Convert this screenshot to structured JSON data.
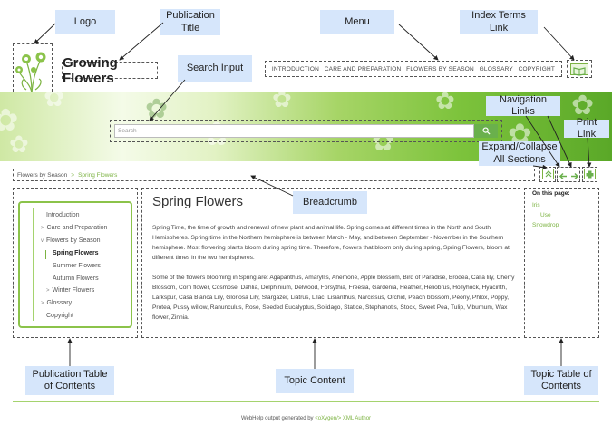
{
  "publication_title": "Growing Flowers",
  "menu": [
    "INTRODUCTION",
    "CARE AND PREPARATION",
    "FLOWERS BY SEASON",
    "GLOSSARY",
    "COPYRIGHT"
  ],
  "search": {
    "placeholder": "Search"
  },
  "breadcrumb": {
    "parent": "Flowers by Season",
    "separator": ">",
    "current": "Spring Flowers"
  },
  "toc": [
    {
      "label": "Introduction",
      "arrow": ""
    },
    {
      "label": "Care and Preparation",
      "arrow": ">"
    },
    {
      "label": "Flowers by Season",
      "arrow": "v"
    },
    {
      "label": "Spring Flowers",
      "arrow": ""
    },
    {
      "label": "Summer Flowers",
      "arrow": ""
    },
    {
      "label": "Autumn Flowers",
      "arrow": ""
    },
    {
      "label": "Winter Flowers",
      "arrow": ">"
    },
    {
      "label": "Glossary",
      "arrow": ">"
    },
    {
      "label": "Copyright",
      "arrow": ""
    }
  ],
  "topic": {
    "title": "Spring Flowers",
    "p1": "Spring Time, the time of growth and renewal of new plant and animal life. Spring comes at different times in the North and South Hemispheres. Spring time in the Northern hemisphere is between March - May, and between September - November in the Southern hemisphere. Most flowering plants bloom during spring time. Therefore, flowers that bloom only during spring, Spring Flowers, bloom at different times in the two hemispheres.",
    "p2": "Some of the flowers blooming in Spring are: Agapanthus, Amaryllis, Anemone, Apple blossom, Bird of Paradise, Brodea, Calla lily, Cherry Blossom, Corn flower, Cosmose, Dahlia, Delphinium, Delwood, Forsythia, Freesia, Gardenia, Heather, Heliobrus, Hollyhock, Hyacinth, Larkspur, Casa Blanca Lily, Gloriosa Lily, Stargazer, Liatrus, Lilac, Lisianthus, Narcissus, Orchid, Peach blossom, Peony, Phlox, Poppy, Protea, Pussy willow, Ranunculus, Rose, Seeded Eucalyptus, Solidago, Statice, Stephanotis, Stock, Sweet Pea, Tulip, Viburnum, Wax flower, Zinnia."
  },
  "on_this_page": {
    "title": "On this page:",
    "links": [
      "Iris",
      "Use",
      "Snowdrop"
    ]
  },
  "footer": {
    "prefix": "WebHelp output generated by",
    "link": "<oXygen/> XML Author"
  },
  "callouts": {
    "logo": "Logo",
    "publication_title": "Publication Title",
    "menu": "Menu",
    "index_terms": "Index Terms Link",
    "search_input": "Search Input",
    "navigation_links": "Navigation Links",
    "print_link": "Print Link",
    "expand_collapse": "Expand/Collapse All Sections",
    "breadcrumb": "Breadcrumb",
    "pub_toc": "Publication Table of Contents",
    "topic_content": "Topic Content",
    "topic_toc": "Topic Table of Contents"
  },
  "colors": {
    "accent": "#7cb342",
    "callout_bg": "#d6e6fb",
    "dashed_border": "#555555"
  },
  "icons": [
    "flower-logo-icon",
    "book-icon",
    "search-icon",
    "collapse-up-icon",
    "arrow-left-icon",
    "arrow-right-icon",
    "print-icon"
  ]
}
